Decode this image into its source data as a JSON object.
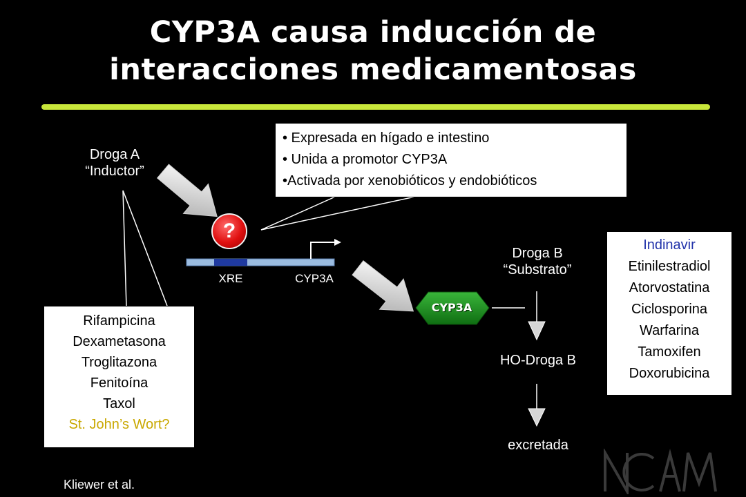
{
  "title": {
    "line1": "CYP3A causa inducción de",
    "line2": "interacciones medicamentosas"
  },
  "colors": {
    "background": "#000000",
    "rule": "#c8e63a",
    "highlight_yellow": "#c9a800",
    "highlight_blue": "#2233aa",
    "hexagon": "#1a8a1a",
    "question_circle": "#e01010",
    "xre_segment": "#1f3aa0",
    "dna_bar": "#9bbce0"
  },
  "inducer": {
    "line1": "Droga A",
    "line2": "“Inductor”"
  },
  "receptor_callout": {
    "items": [
      "• Expresada en hígado e intestino",
      "• Unida a promotor CYP3A",
      "•Activada por xenobióticos y endobióticos"
    ]
  },
  "receptor_symbol": "?",
  "gene": {
    "xre_label": "XRE",
    "cyp3a_label": "CYP3A"
  },
  "enzyme_label": "CYP3A",
  "substrate": {
    "line1": "Droga B",
    "line2": "“Substrato”"
  },
  "metabolite": "HO-Droga B",
  "fate": "excretada",
  "inducers_list": {
    "items": [
      "Rifampicina",
      "Dexametasona",
      "Troglitazona",
      "Fenitoína",
      "Taxol"
    ],
    "highlight": "St. John’s Wort?"
  },
  "substrates_list": {
    "highlight": "Indinavir",
    "items": [
      "Etinilestradiol",
      "Atorvostatina",
      "Ciclosporina",
      "Warfarina",
      "Tamoxifen",
      "Doxorubicina"
    ]
  },
  "citation": "Kliewer et al.",
  "logo": "NCAM"
}
